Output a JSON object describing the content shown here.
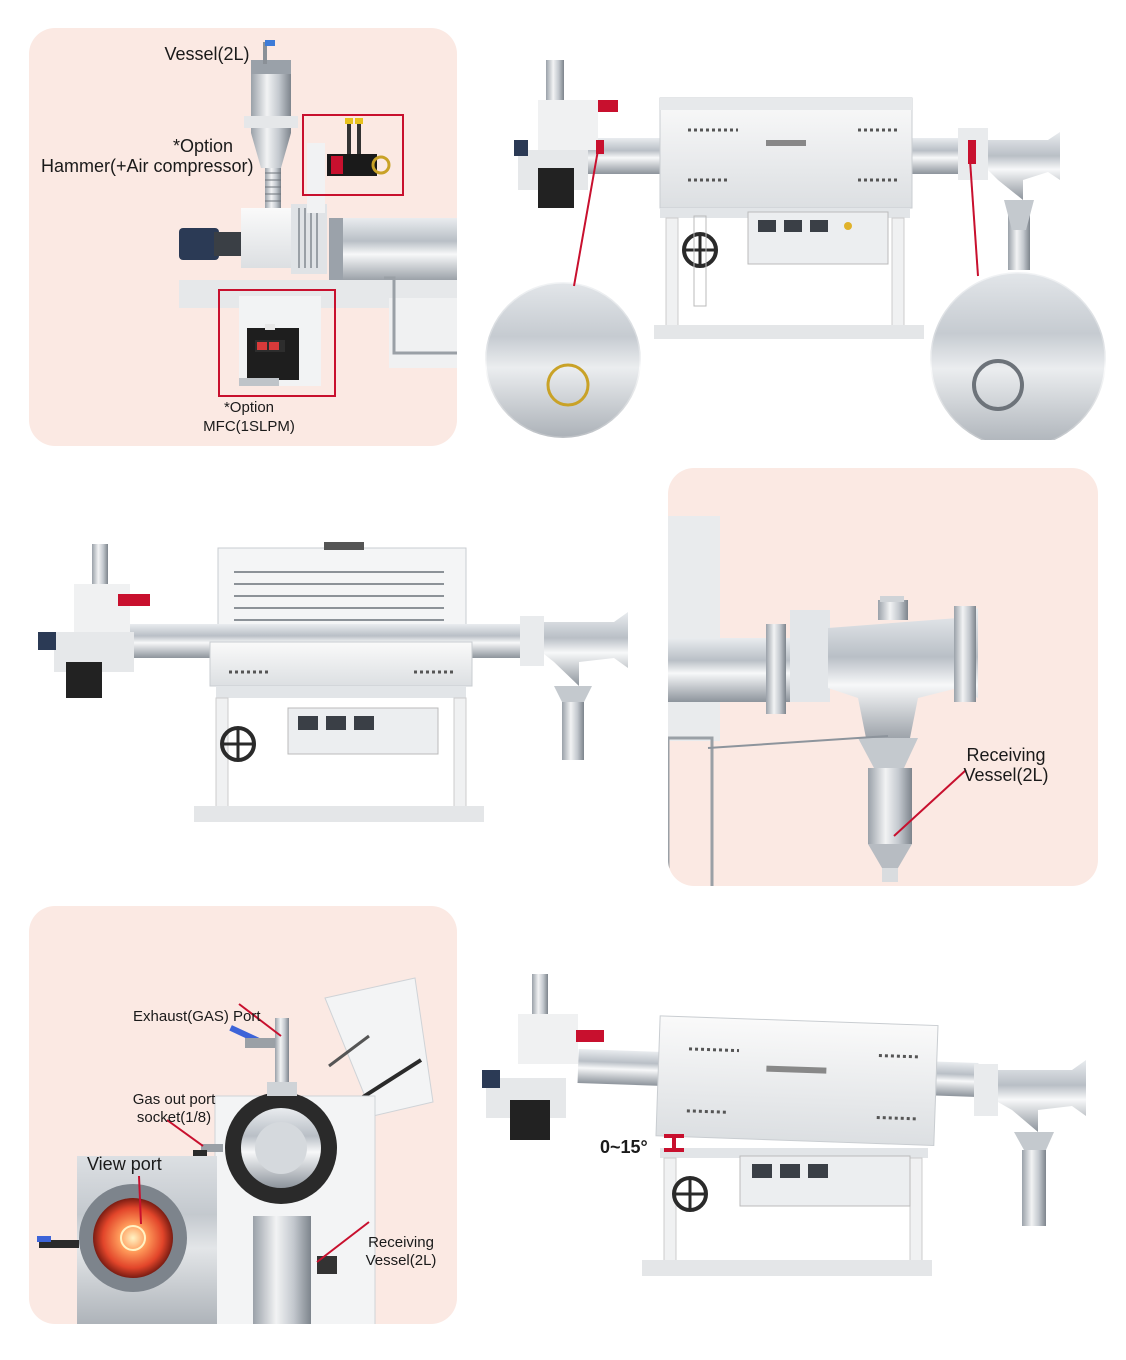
{
  "panel1": {
    "vessel_label": "Vessel(2L)",
    "hammer_option": "*Option",
    "hammer_desc": "Hammer(+Air compressor)",
    "mfc_option": "*Option",
    "mfc_desc": "MFC(1SLPM)"
  },
  "panel4": {
    "receiving_line1": "Receiving",
    "receiving_line2": "Vessel(2L)"
  },
  "panel5": {
    "exhaust_port": "Exhaust(GAS) Port",
    "gas_out_line1": "Gas out port",
    "gas_out_line2": "socket(1/8)",
    "view_port": "View port",
    "receiving_line1": "Receiving",
    "receiving_line2": "Vessel(2L)"
  },
  "photo6": {
    "tilt_angle": "0~15°"
  },
  "colors": {
    "panel_bg": "#fbe9e3",
    "highlight_box": "#c8102e",
    "leader_line": "#c8102e"
  }
}
